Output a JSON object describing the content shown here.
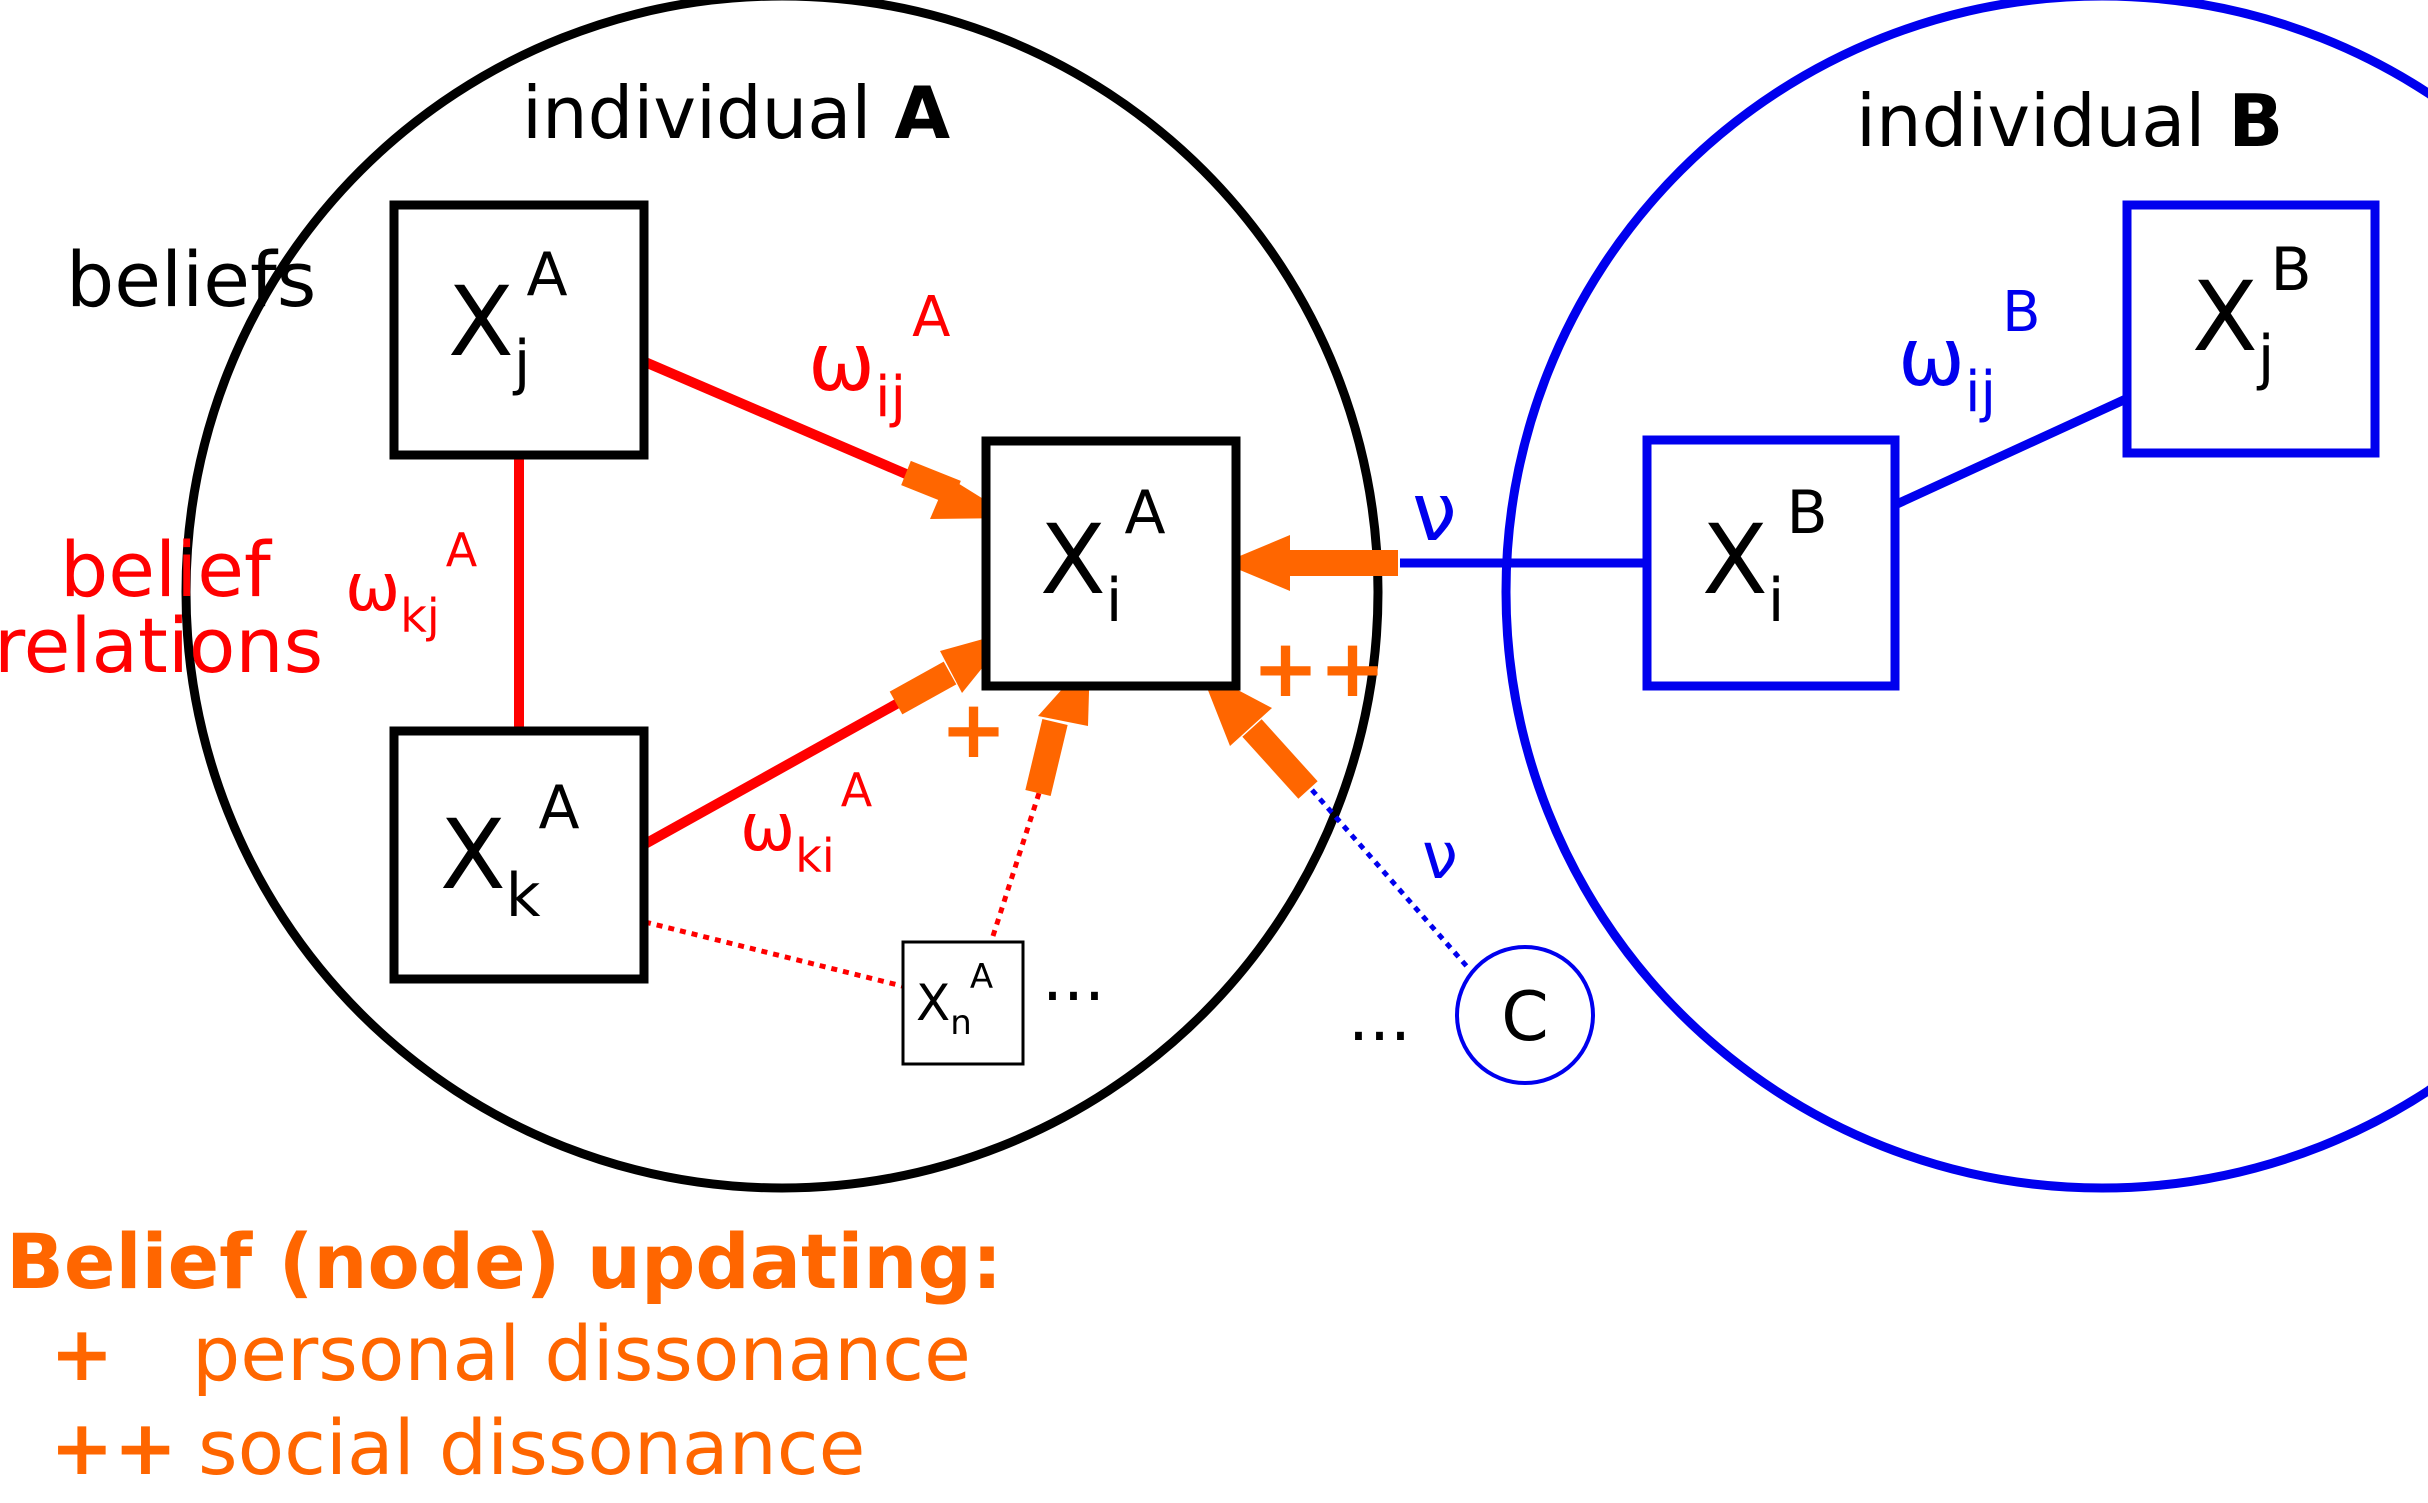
{
  "individual_a": {
    "label_prefix": "individual ",
    "label_bold": "A",
    "beliefs_label": "beliefs",
    "belief_relations_line1": "belief",
    "belief_relations_line2": "relations",
    "node_j": {
      "base": "X",
      "sub": "j",
      "sup": "A"
    },
    "node_i": {
      "base": "X",
      "sub": "i",
      "sup": "A"
    },
    "node_k": {
      "base": "X",
      "sub": "k",
      "sup": "A"
    },
    "node_n": {
      "base": "X",
      "sub": "n",
      "sup": "A"
    },
    "edge_ij": {
      "base": "ω",
      "sub": "ij",
      "sup": "A"
    },
    "edge_kj": {
      "base": "ω",
      "sub": "kj",
      "sup": "A"
    },
    "edge_ki": {
      "base": "ω",
      "sub": "ki",
      "sup": "A"
    },
    "ellipsis": "..."
  },
  "individual_b": {
    "label_prefix": "individual ",
    "label_bold": "B",
    "node_i": {
      "base": "X",
      "sub": "i",
      "sup": "B"
    },
    "node_j": {
      "base": "X",
      "sub": "j",
      "sup": "B"
    },
    "edge_ij": {
      "base": "ω",
      "sub": "ij",
      "sup": "B"
    }
  },
  "social_links": {
    "nu_main": "ν",
    "nu_secondary": "ν",
    "node_c": "C",
    "ellipsis": "..."
  },
  "markers": {
    "personal": "+",
    "social": "++"
  },
  "legend": {
    "title": "Belief (node) updating:",
    "items": [
      {
        "symbol": "+",
        "text": "personal dissonance"
      },
      {
        "symbol": "++",
        "text": "social dissonance"
      }
    ]
  },
  "colors": {
    "individual_a": "#000000",
    "individual_b": "#0000ee",
    "belief_relation": "#ff0000",
    "update_arrow": "#ff6600"
  }
}
